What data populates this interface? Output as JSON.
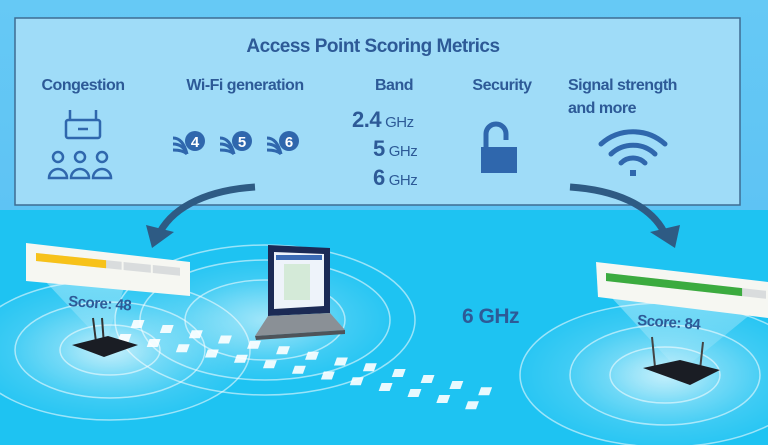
{
  "panel": {
    "title": "Access Point Scoring Metrics",
    "columns": {
      "congestion": {
        "label": "Congestion",
        "icons": [
          "router-icon",
          "people-group-icon"
        ]
      },
      "wifi_generation": {
        "label": "Wi-Fi generation",
        "generations": [
          "4",
          "5",
          "6"
        ]
      },
      "band": {
        "label": "Band",
        "values": [
          {
            "num": "2.4",
            "unit": "GHz"
          },
          {
            "num": "5",
            "unit": "GHz"
          },
          {
            "num": "6",
            "unit": "GHz"
          }
        ]
      },
      "security": {
        "label": "Security",
        "icon": "unlocked-padlock-icon"
      },
      "signal": {
        "label_line1": "Signal strength",
        "label_line2": "and more",
        "icon": "wifi-signal-icon"
      }
    }
  },
  "scene": {
    "link_label": "6 GHz",
    "left_ap": {
      "score_label": "Score: 48",
      "score_percent": 48,
      "bar_color": "#f7c21a"
    },
    "right_ap": {
      "score_label": "Score: 84",
      "score_percent": 84,
      "bar_color": "#3bab3f"
    }
  },
  "colors": {
    "text": "#2d5a97",
    "panel_fill": "#9fdcf8",
    "scene": "#1ec3f2",
    "arrow": "#2e5b84"
  }
}
